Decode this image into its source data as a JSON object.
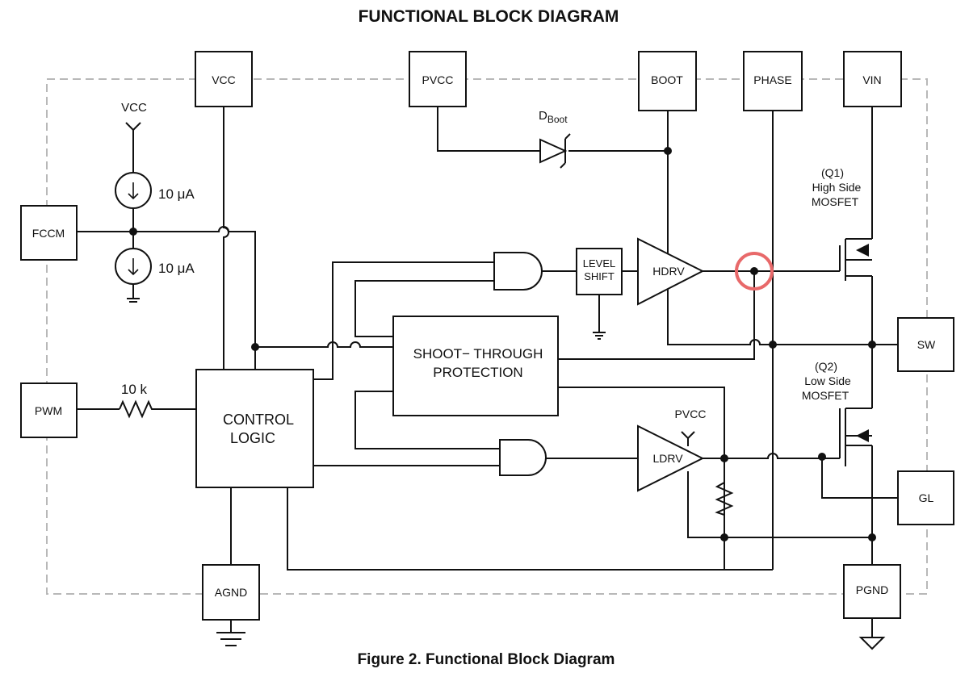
{
  "title": "FUNCTIONAL BLOCK DIAGRAM",
  "caption": "Figure 2. Functional Block Diagram",
  "pins": {
    "vcc": "VCC",
    "pvcc": "PVCC",
    "boot": "BOOT",
    "phase": "PHASE",
    "vin": "VIN",
    "fccm": "FCCM",
    "pwm": "PWM",
    "sw": "SW",
    "gl": "GL",
    "agnd": "AGND",
    "pgnd": "PGND"
  },
  "blocks": {
    "control_logic_1": "CONTROL",
    "control_logic_2": "LOGIC",
    "shoot_through_1": "SHOOT− THROUGH",
    "shoot_through_2": "PROTECTION",
    "level_shift_1": "LEVEL",
    "level_shift_2": "SHIFT",
    "hdrv": "HDRV",
    "ldrv": "LDRV"
  },
  "labels": {
    "vcc_supply": "VCC",
    "pvcc_supply": "PVCC",
    "current_src_1": "10 μA",
    "current_src_2": "10 μA",
    "resistor": "10 k",
    "dboot_main": "D",
    "dboot_sub": "Boot",
    "q1_line1": "(Q1)",
    "q1_line2": "High Side",
    "q1_line3": "MOSFET",
    "q2_line1": "(Q2)",
    "q2_line2": "Low Side",
    "q2_line3": "MOSFET"
  },
  "colors": {
    "line": "#111111",
    "dashed_border": "#b8b8b8",
    "highlight": "#e8696a"
  }
}
